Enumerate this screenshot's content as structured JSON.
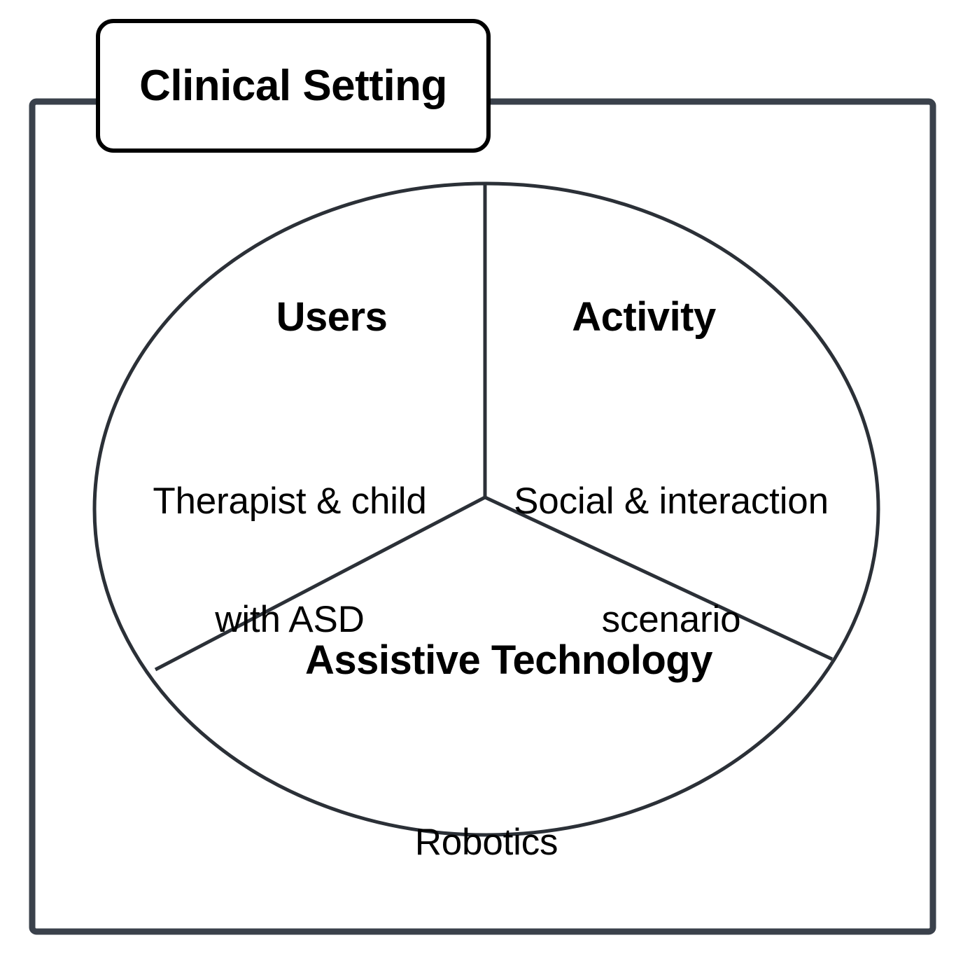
{
  "diagram": {
    "type": "framework-pie-diagram",
    "container_label": "Clinical Setting",
    "segments": [
      {
        "key": "users",
        "title": "Users",
        "body_lines": [
          "Therapist & child",
          "with ASD"
        ],
        "body": "Therapist & child with ASD",
        "position": "upper-left"
      },
      {
        "key": "activity",
        "title": "Activity",
        "body_lines": [
          "Social & interaction",
          "scenario"
        ],
        "body": "Social & interaction scenario",
        "position": "upper-right"
      },
      {
        "key": "assistive_technology",
        "title": "Assistive Technology",
        "body_lines": [
          "Robotics"
        ],
        "body": "Robotics",
        "position": "bottom"
      }
    ],
    "colors": {
      "outer_border": "#3a414b",
      "circle_stroke": "#2b3037",
      "label_border": "#000000",
      "background": "#ffffff",
      "text": "#000000"
    }
  }
}
